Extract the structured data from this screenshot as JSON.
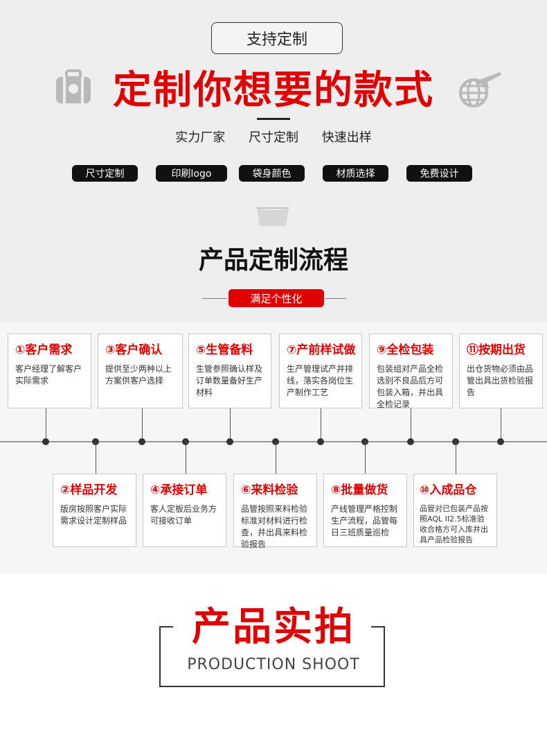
{
  "header": {
    "pill_label": "支持定制",
    "hero_title": "定制你想要的款式",
    "subtitle": [
      "实力厂家",
      "尺寸定制",
      "快速出样"
    ],
    "tags": [
      "尺寸定制",
      "印刷logo",
      "袋身颜色",
      "材质选择",
      "免费设计"
    ],
    "icons": [
      "suitcase-icon",
      "globe-airplane-icon",
      "bag-icon"
    ]
  },
  "process": {
    "title": "产品定制流程",
    "badge": "满足个性化",
    "steps": [
      {
        "title": "①客户需求",
        "desc": "客户经理了解客户实际需求"
      },
      {
        "title": "②样品开发",
        "desc": "版房按照客户实际需求设计定制样品"
      },
      {
        "title": "③客户确认",
        "desc": "提供至少两种以上方案供客户选择"
      },
      {
        "title": "④承接订单",
        "desc": "客人定板后业务方可接收订单"
      },
      {
        "title": "⑤生管备料",
        "desc": "生管参照确认样及订单数量备好生产材料"
      },
      {
        "title": "⑥来料检验",
        "desc": "品管按照来料检验标准对材料进行检查，并出具来料检验报告"
      },
      {
        "title": "⑦产前样试做",
        "desc": "生产管理试产并排线，落实各岗位生产制作工艺"
      },
      {
        "title": "⑧批量做货",
        "desc": "产线管理严格控制生产流程，品管每日三班质量巡检"
      },
      {
        "title": "⑨全检包装",
        "desc": "包装组对产品全检选别不良品后方可包装入箱，并出具全检记录"
      },
      {
        "title": "⑩入成品仓",
        "desc": "品管对已包装产品按照AQL II2.5标准验收合格方可入库并出具产品检验报告"
      },
      {
        "title": "⑪按期出货",
        "desc": "出仓货物必须由品管出具出货检验报告"
      }
    ]
  },
  "footer": {
    "title": "产品实拍",
    "subtitle": "PRODUCTION SHOOT"
  },
  "colors": {
    "accent": "#e00000",
    "dark": "#111111",
    "background": "#eeeeee"
  }
}
